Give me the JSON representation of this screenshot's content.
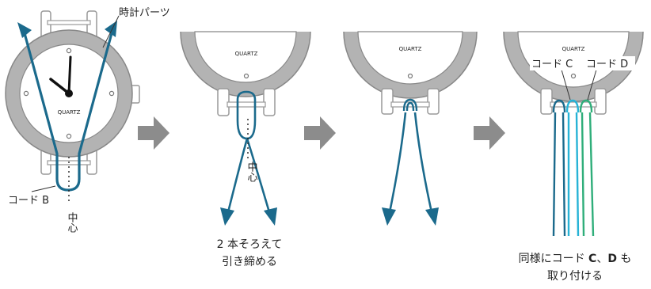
{
  "labels": {
    "watch_parts": "時計パーツ",
    "cord_b": "コード B",
    "center": "中心",
    "quartz": "QUARTZ",
    "cord_c": "コード C",
    "cord_d": "コード D"
  },
  "captions": {
    "step2_line1": "2 本そろえて",
    "step2_line2": "引き締める",
    "step4_line1_a": "同様にコード ",
    "step4_line1_c": "C",
    "step4_line1_sep": "、",
    "step4_line1_d": "D",
    "step4_line1_b": " も",
    "step4_line2": "取り付ける"
  },
  "colors": {
    "cord_b": "#1b6a8c",
    "cord_c": "#27b3d6",
    "cord_d": "#2fae7a",
    "watch_frame": "#a6a6a6",
    "arrow_gray": "#8c8c8c"
  }
}
